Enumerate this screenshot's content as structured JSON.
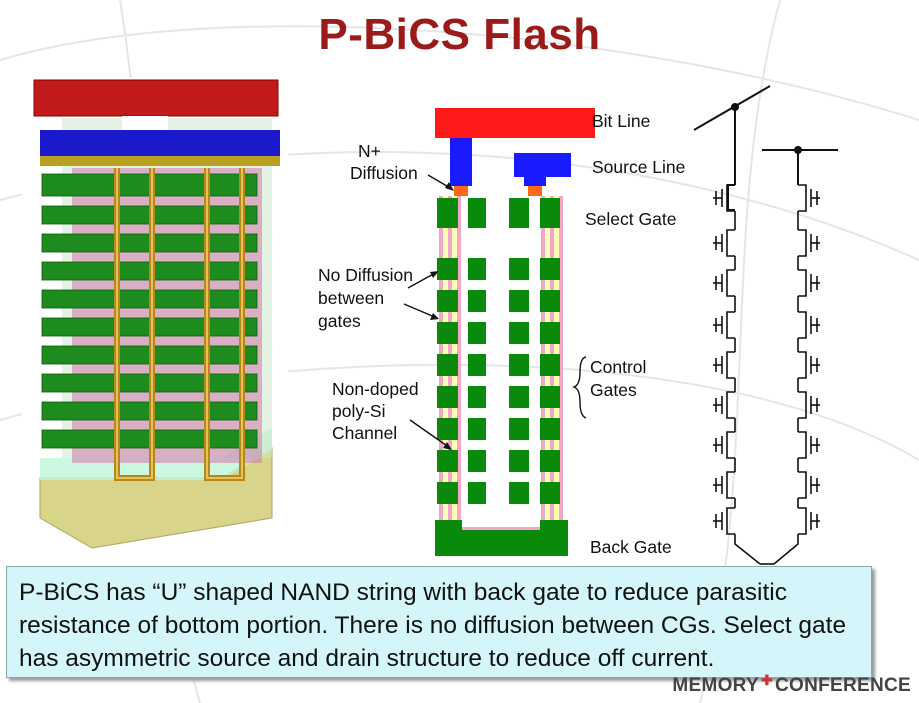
{
  "slide": {
    "title": "P-BiCS Flash",
    "labels": {
      "bit_line": "Bit Line",
      "n_diffusion_1": "N+",
      "n_diffusion_2": "Diffusion",
      "source_line": "Source Line",
      "select_gate": "Select Gate",
      "no_diffusion_1": "No Diffusion",
      "no_diffusion_2": "between",
      "no_diffusion_3": "gates",
      "control_gates_1": "Control",
      "control_gates_2": "Gates",
      "nondoped_1": "Non-doped",
      "nondoped_2": "poly-Si",
      "nondoped_3": "Channel",
      "back_gate": "Back Gate"
    },
    "caption": "P-BiCS has “U” shaped NAND string with back gate to reduce parasitic resistance of bottom portion. There is no diffusion between CGs. Select gate has asymmetric source and drain structure to reduce off current.",
    "footer_left": "MEMORY",
    "footer_right": "CONFERENCE"
  },
  "colors": {
    "title": "#9b1b1b",
    "bit_line": "#ff1a1a",
    "source_line": "#1a1aff",
    "gate": "#0a8a0a",
    "channel_pink": "#f2a6c8",
    "channel_yellow": "#ffffb8",
    "diffusion": "#ff6a1a",
    "caption_bg": "#d4f6fb"
  }
}
